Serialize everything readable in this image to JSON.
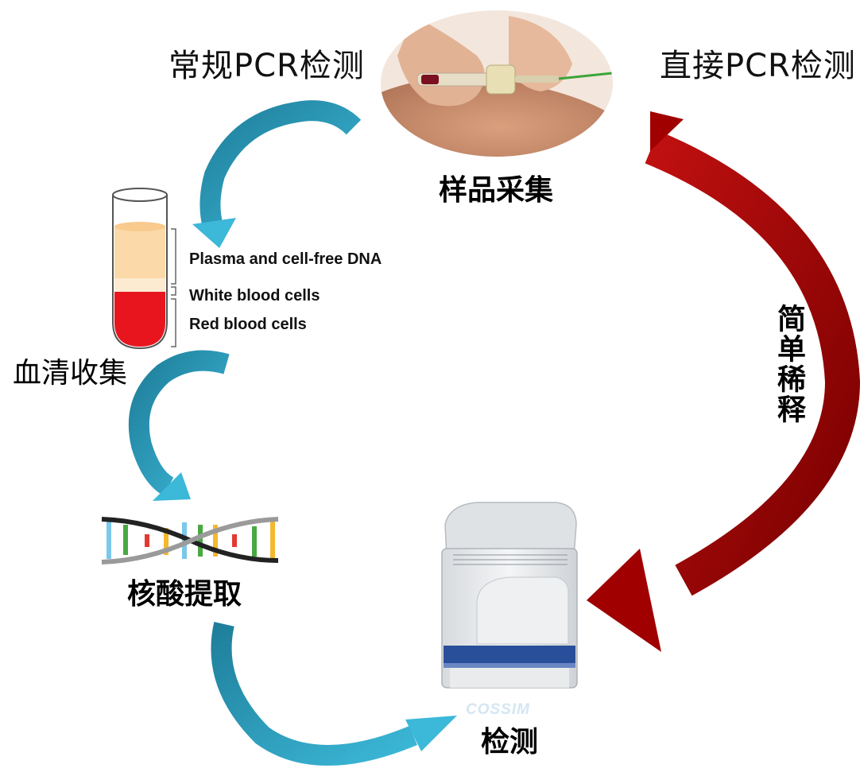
{
  "titles": {
    "conventional": "常规PCR检测",
    "direct": "直接PCR检测"
  },
  "steps": {
    "sample_collection": "样品采集",
    "serum_collection": "血清收集",
    "nucleic_acid_extraction": "核酸提取",
    "detection": "检测",
    "simple_dilution": "简单稀释"
  },
  "tube_layers": {
    "plasma": "Plasma and cell-free DNA",
    "white": "White blood cells",
    "red": "Red blood cells"
  },
  "instrument_logo": "COSSIM",
  "colors": {
    "conventional_arrow": "#2fa9c9",
    "direct_arrow": "#a00000",
    "plasma": "#fbd9a8",
    "red_cells": "#e8151f"
  }
}
